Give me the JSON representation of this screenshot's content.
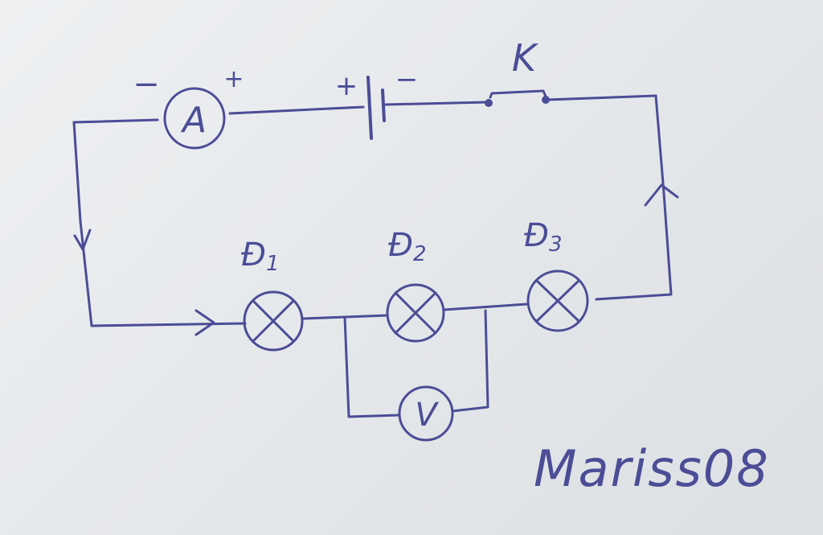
{
  "colors": {
    "ink": "#4b4d96",
    "paper": "#e6e9ec"
  },
  "ammeter": {
    "symbol": "A",
    "left_sign": "−",
    "right_sign": "+"
  },
  "battery": {
    "left_sign": "+",
    "right_sign": "−"
  },
  "switch": {
    "label": "K"
  },
  "lamps": [
    {
      "label_main": "Đ",
      "label_sub": "1"
    },
    {
      "label_main": "Đ",
      "label_sub": "2"
    },
    {
      "label_main": "Đ",
      "label_sub": "3"
    }
  ],
  "voltmeter": {
    "symbol": "V"
  },
  "signature": {
    "text": "Mariss08"
  }
}
